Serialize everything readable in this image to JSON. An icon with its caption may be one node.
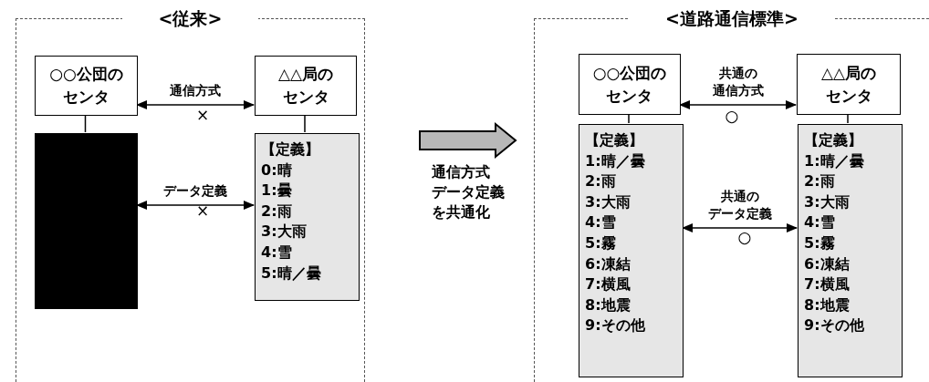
{
  "diagram": {
    "nodes": [
      {
        "text": [
          "<従来>"
        ]
      },
      {
        "text": [
          "○○公団のセンタ"
        ],
        "in": 0
      },
      {
        "text": [],
        "shape": "box",
        "in": 0
      },
      {
        "text": [
          "△△局のセンタ"
        ],
        "in": 0
      },
      {
        "text": [
          "【定義】",
          "0:晴",
          "1:曇",
          "2:雨",
          "3:大雨",
          "4:雪",
          "5:晴／曇"
        ],
        "in": 0
      },
      {
        "text": [
          "<道路通信標準>"
        ]
      },
      {
        "text": [
          "○○公団のセンタ"
        ],
        "in": 5
      },
      {
        "text": [
          "【定義】",
          "1:晴／曇",
          "2:雨",
          "3:大雨",
          "4:雪",
          "5:霧",
          "6:凍結",
          "7:横風",
          "8:地震",
          "9:その他"
        ],
        "in": 5
      },
      {
        "text": [
          "△△局のセンタ"
        ],
        "in": 5
      },
      {
        "text": [
          "【定義】",
          "1:晴／曇",
          "2:雨",
          "3:大雨",
          "4:雪",
          "5:霧",
          "6:凍結",
          "7:横風",
          "8:地震",
          "9:その他"
        ],
        "in": 5
      }
    ],
    "edges": [
      {
        "from": 1,
        "to": 2,
        "arrow": "none"
      },
      {
        "from": 3,
        "to": 4,
        "arrow": "none"
      },
      {
        "from": 1,
        "to": 3,
        "arrow": "both",
        "label": "通信方式"
      },
      {
        "from": 2,
        "to": 4,
        "arrow": "both",
        "label": "データ定義"
      },
      {
        "from": 6,
        "to": 7,
        "arrow": "none"
      },
      {
        "from": 8,
        "to": 9,
        "arrow": "none"
      },
      {
        "from": 6,
        "to": 8,
        "arrow": "both",
        "label": "共通の通信方式"
      },
      {
        "from": 7,
        "to": 9,
        "arrow": "both",
        "label": "共通のデータ定義"
      },
      {
        "from": 0,
        "to": 5,
        "arrow": "to",
        "label": "通信方式データ定義を共通化",
        "style": "thick"
      }
    ],
    "labels": [
      "×",
      "×",
      "○",
      "○"
    ]
  }
}
